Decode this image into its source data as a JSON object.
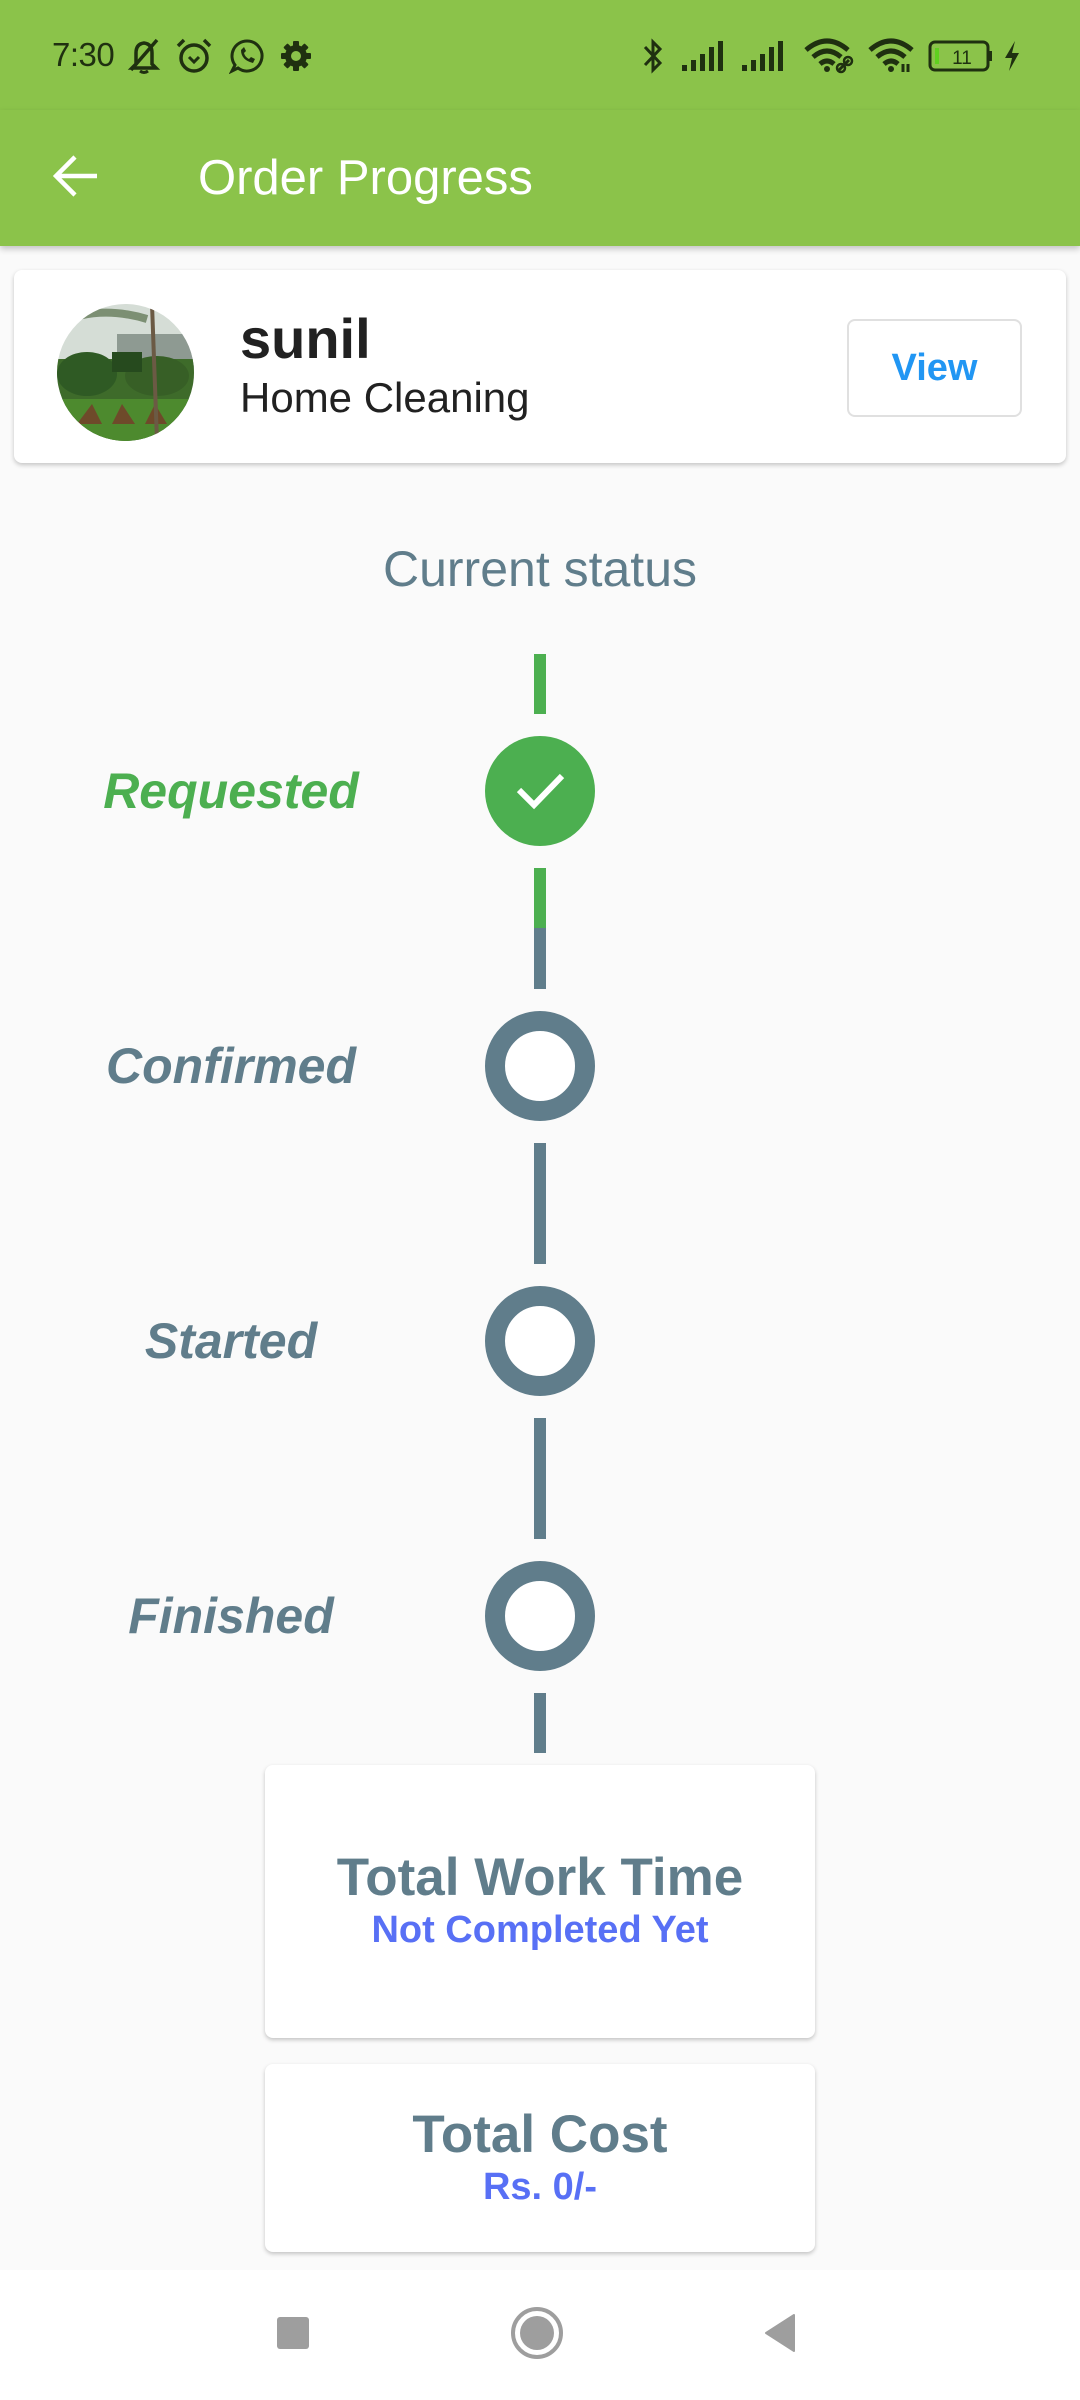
{
  "status_bar": {
    "time": "7:30",
    "left_icons": [
      "bell-off-icon",
      "alarm-icon",
      "whatsapp-icon",
      "gear-icon"
    ],
    "right_icons": [
      "bluetooth-icon",
      "signal-icon",
      "signal-icon",
      "wifi-link-icon",
      "wifi-icon",
      "battery-icon",
      "charging-icon"
    ],
    "battery_level": "11"
  },
  "app_bar": {
    "back_icon": "arrow-back-icon",
    "title": "Order Progress",
    "color": "#8BC34A"
  },
  "profile": {
    "name": "sunil",
    "service": "Home Cleaning",
    "view_label": "View"
  },
  "status_section": {
    "title": "Current status",
    "steps": [
      {
        "label": "Requested",
        "state": "done"
      },
      {
        "label": "Confirmed",
        "state": "pending"
      },
      {
        "label": "Started",
        "state": "pending"
      },
      {
        "label": "Finished",
        "state": "pending"
      }
    ],
    "colors": {
      "done": "#4CAF50",
      "pending": "#607D8B"
    }
  },
  "summary": {
    "work_time": {
      "title": "Total Work Time",
      "value": "Not Completed Yet"
    },
    "cost": {
      "title": "Total Cost",
      "value": "Rs. 0/-"
    }
  },
  "nav_bar": {
    "buttons": [
      "recents-square-icon",
      "home-circle-icon",
      "back-triangle-icon"
    ]
  }
}
